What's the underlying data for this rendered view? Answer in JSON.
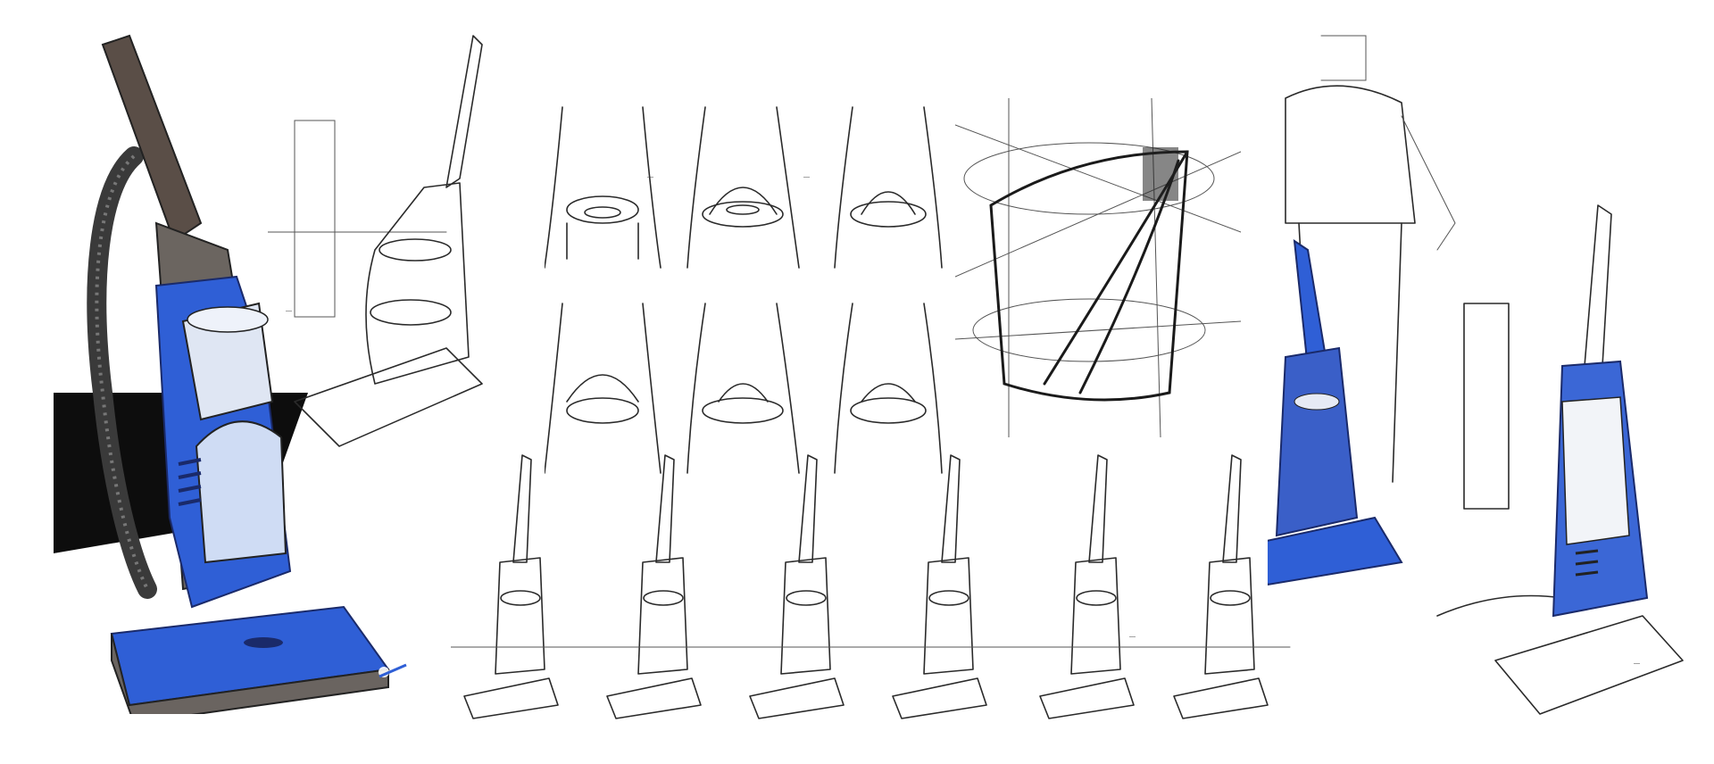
{
  "sheet": {
    "background": "#ffffff",
    "accent_color": "#2f5fd6",
    "ink_color": "#2a2a2a",
    "shadow_color": "#000000"
  },
  "annotations": {
    "note_1": "—",
    "note_2": "—",
    "note_3": "—",
    "note_4": "—",
    "note_5": "—"
  },
  "panels": {
    "hero_rendering": "blue-vacuum-hero-rendering",
    "line_study": "vacuum-line-study",
    "detail_grid_count": 6,
    "form_study": "canister-form-study",
    "lineup_count": 6,
    "scale_figure": "user-scale-figure",
    "right_rendering": "vacuum-final-rendering"
  }
}
